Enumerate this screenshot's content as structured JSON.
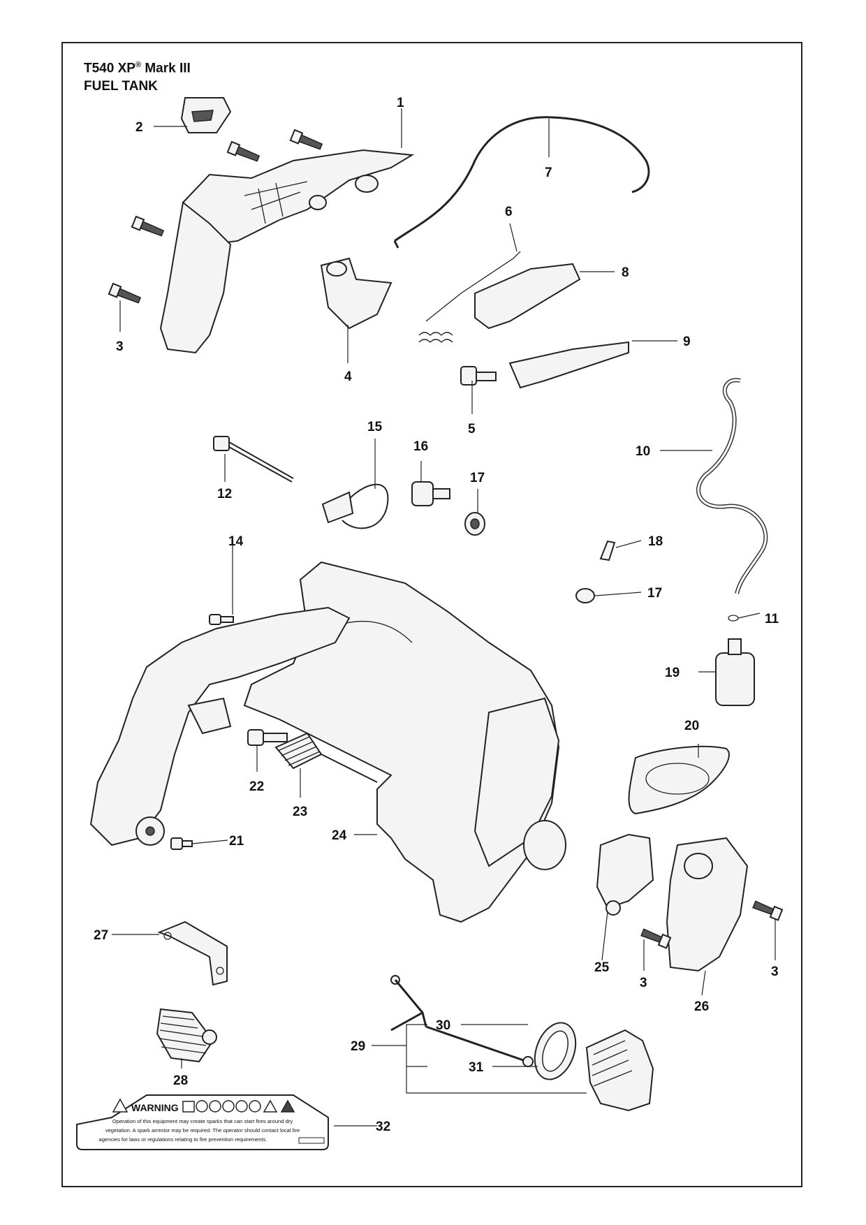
{
  "header": {
    "model": "T540 XP",
    "registered_mark": "®",
    "model_suffix": "Mark III",
    "section": "FUEL TANK"
  },
  "callouts": [
    "1",
    "2",
    "3",
    "4",
    "5",
    "6",
    "7",
    "8",
    "9",
    "10",
    "11",
    "12",
    "14",
    "15",
    "16",
    "17",
    "18",
    "19",
    "20",
    "21",
    "22",
    "23",
    "24",
    "25",
    "26",
    "27",
    "28",
    "29",
    "30",
    "31",
    "32"
  ],
  "warning_label": {
    "heading": "WARNING",
    "lines": [
      "Operation of this equipment may create sparks that can start fires around dry",
      "vegetation. A spark arrestor may be required. The operator should contact local fire",
      "agencies for laws or regulations relating to fire prevention requirements."
    ]
  }
}
